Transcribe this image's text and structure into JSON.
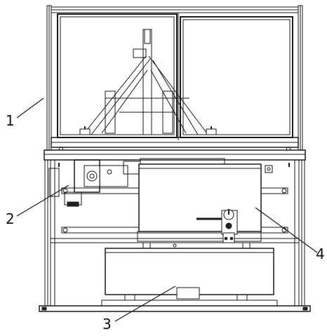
{
  "callouts": [
    {
      "id": "1",
      "text": "1"
    },
    {
      "id": "2",
      "text": "2"
    },
    {
      "id": "3",
      "text": "3"
    },
    {
      "id": "4",
      "text": "4"
    }
  ],
  "colors": {
    "line": "#1a1a1a",
    "dark": "#222222",
    "gray": "#9a9a9a",
    "light": "#e8e8e8"
  }
}
